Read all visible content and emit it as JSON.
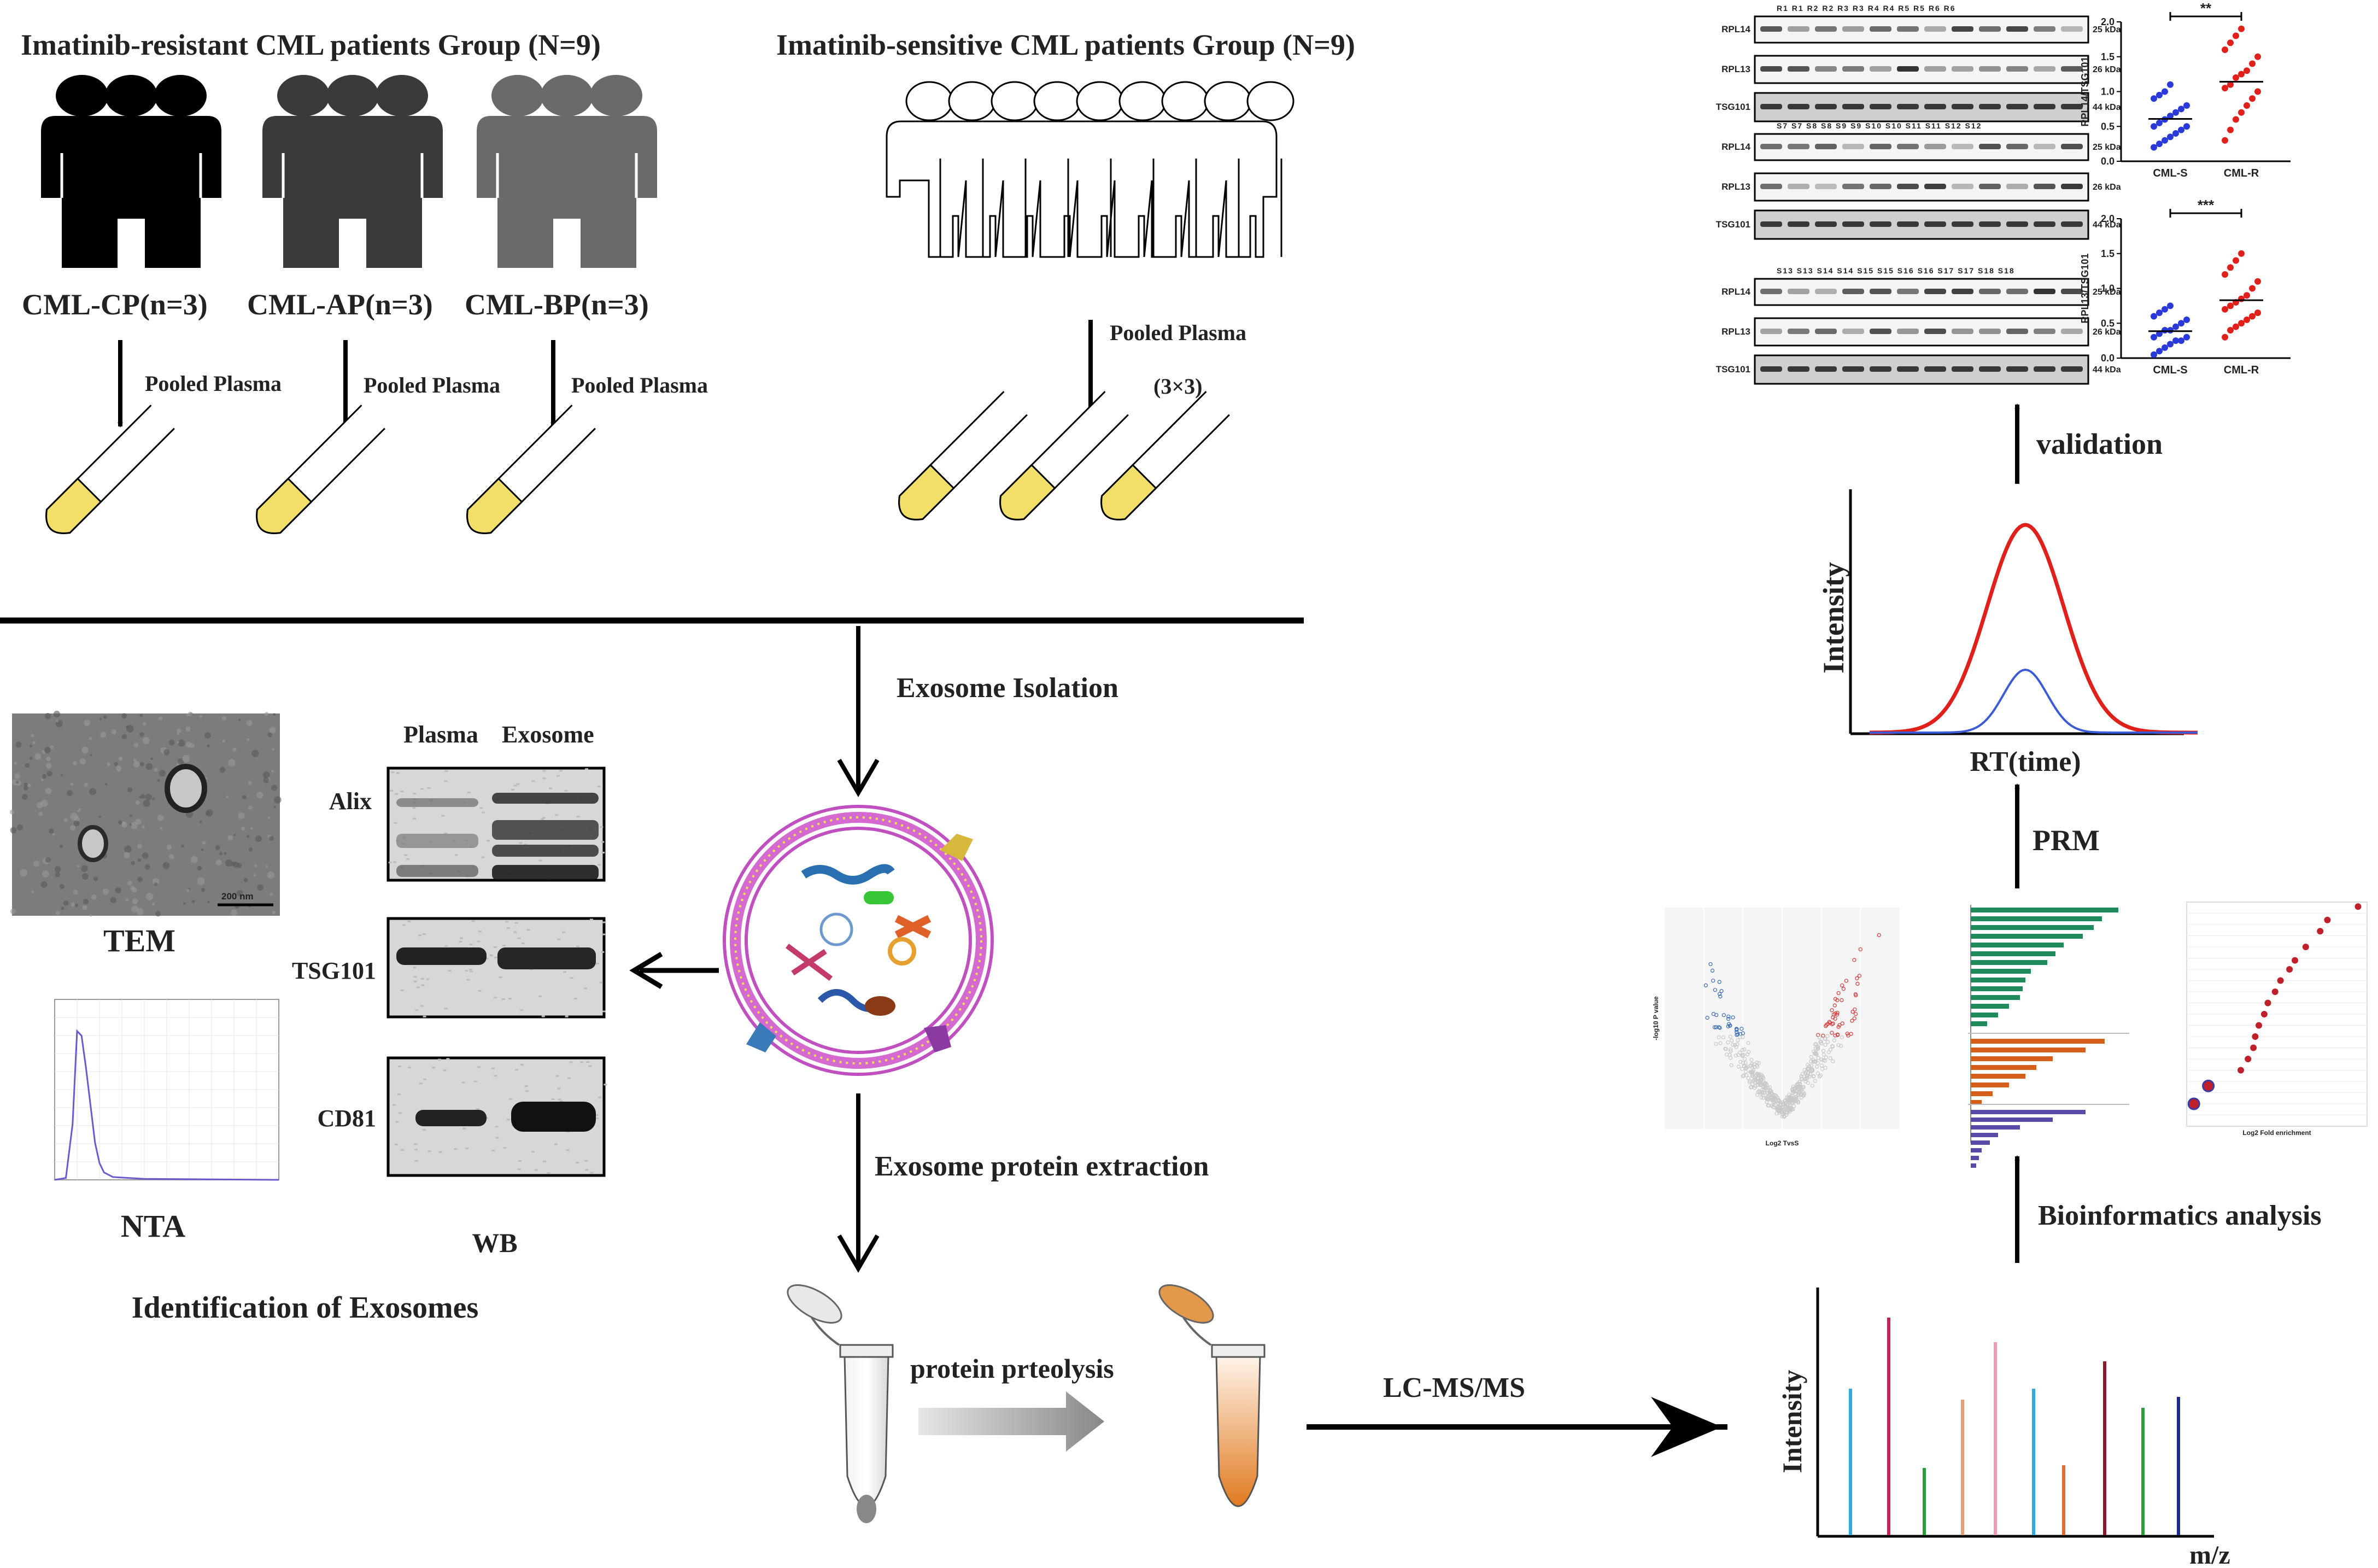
{
  "top_left": {
    "resistant_title": "Imatinib-resistant CML patients Group (N=9)",
    "sensitive_title": "Imatinib-sensitive CML patients Group (N=9)",
    "group_labels": [
      "CML-CP(n=3)",
      "CML-AP(n=3)",
      "CML-BP(n=3)"
    ],
    "pooled_label": "Pooled Plasma",
    "pooled_multiplier": "(3×3)",
    "group_colors": [
      "#000000",
      "#3a3a3a",
      "#6a6a6a"
    ]
  },
  "exosome": {
    "isolation": "Exosome Isolation",
    "protein_extraction": "Exosome protein extraction",
    "proteolysis": "protein prteolysis",
    "lcms": "LC-MS/MS",
    "identification_title": "Identification of Exosomes",
    "tem": "TEM",
    "tem_scale": "200 nm",
    "nta": "NTA",
    "wb": "WB",
    "wb_columns": [
      "Plasma",
      "Exosome"
    ],
    "wb_rows": [
      "Alix",
      "TSG101",
      "CD81"
    ]
  },
  "right": {
    "validation": "validation",
    "prm": "PRM",
    "bioinformatics": "Bioinformatics analysis",
    "prm_ylabel": "Intensity",
    "prm_xlabel": "RT(time)",
    "ms_ylabel": "Intensity",
    "ms_xlabel": "m/z",
    "blot_proteins": [
      "RPL14",
      "RPL13",
      "TSG101"
    ],
    "blot_markers": [
      "25 kDa",
      "26 kDa",
      "44 kDa"
    ],
    "blot_lane_sets": [
      "R1 R1 R2 R2 R3 R3 R4 R4 R5 R5 R6 R6",
      "S7 S7 S8 S8 S9 S9 S10 S10 S11 S11 S12 S12",
      "S13 S13 S14 S14 S15 S15 S16 S16 S17 S17 S18 S18"
    ],
    "scatter1_ylabel": "RPL14/TSG101",
    "scatter2_ylabel": "RPL13/TSG101",
    "scatter_categories": [
      "CML-S",
      "CML-R"
    ],
    "scatter1_sig": "**",
    "scatter2_sig": "***",
    "scatter_ticks": [
      "0.0",
      "0.5",
      "1.0",
      "1.5",
      "2.0"
    ],
    "volcano_ylabel": "-log10 P value",
    "volcano_xlabel": "Log2 TvsS",
    "enrich_xlabel": "Log2 Fold enrichment"
  }
}
